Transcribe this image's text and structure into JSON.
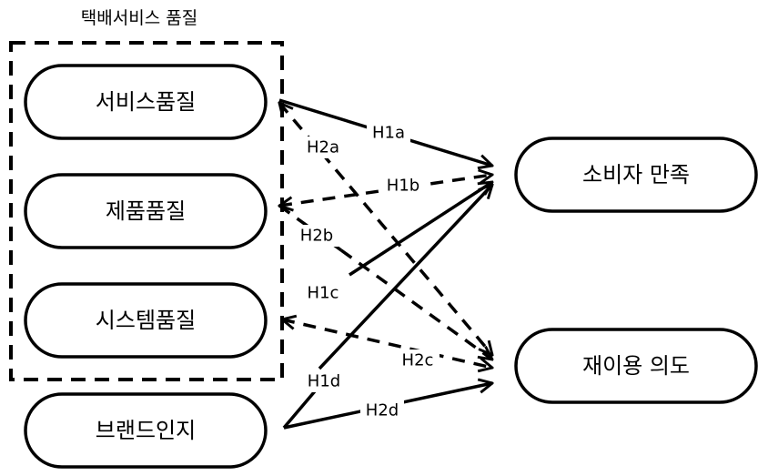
{
  "diagram": {
    "group": {
      "id": "courier_service_quality",
      "label": "택배서비스 품질",
      "members": [
        "service_quality",
        "product_quality",
        "system_quality"
      ]
    },
    "nodes": [
      {
        "id": "service_quality",
        "label": "서비스품질",
        "column": "left"
      },
      {
        "id": "product_quality",
        "label": "제품품질",
        "column": "left"
      },
      {
        "id": "system_quality",
        "label": "시스템품질",
        "column": "left"
      },
      {
        "id": "brand_awareness",
        "label": "브랜드인지",
        "column": "left"
      },
      {
        "id": "consumer_satisfaction",
        "label": "소비자 만족",
        "column": "right"
      },
      {
        "id": "repurchase_intention",
        "label": "재이용 의도",
        "column": "right"
      }
    ],
    "edges": [
      {
        "id": "H1a",
        "label": "H1a",
        "from": "service_quality",
        "to": "consumer_satisfaction",
        "style": "solid"
      },
      {
        "id": "H1b",
        "label": "H1b",
        "from": "product_quality",
        "to": "consumer_satisfaction",
        "style": "dashed"
      },
      {
        "id": "H1c",
        "label": "H1c",
        "from": "system_quality",
        "to": "consumer_satisfaction",
        "style": "solid"
      },
      {
        "id": "H1d",
        "label": "H1d",
        "from": "brand_awareness",
        "to": "consumer_satisfaction",
        "style": "solid"
      },
      {
        "id": "H2a",
        "label": "H2a",
        "from": "service_quality",
        "to": "repurchase_intention",
        "style": "dashed"
      },
      {
        "id": "H2b",
        "label": "H2b",
        "from": "product_quality",
        "to": "repurchase_intention",
        "style": "dashed"
      },
      {
        "id": "H2c",
        "label": "H2c",
        "from": "system_quality",
        "to": "repurchase_intention",
        "style": "dashed"
      },
      {
        "id": "H2d",
        "label": "H2d",
        "from": "brand_awareness",
        "to": "repurchase_intention",
        "style": "solid"
      }
    ],
    "colors": {
      "stroke": "#000000",
      "background": "#ffffff",
      "text": "#000000"
    }
  }
}
